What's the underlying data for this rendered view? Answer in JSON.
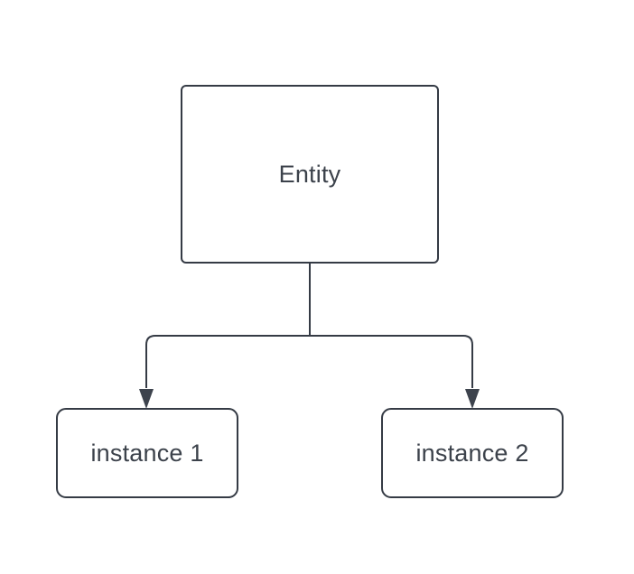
{
  "diagram": {
    "type": "tree-flowchart",
    "background_color": "#ffffff",
    "stroke_color": "#353b45",
    "text_color": "#3c424b",
    "nodes": {
      "root": {
        "id": "entity",
        "label": "Entity",
        "shape": "rounded-rectangle"
      },
      "children": [
        {
          "id": "instance-1",
          "label": "instance 1",
          "shape": "rounded-rectangle"
        },
        {
          "id": "instance-2",
          "label": "instance 2",
          "shape": "rounded-rectangle"
        }
      ]
    },
    "edges": [
      {
        "from": "entity",
        "to": "instance-1",
        "style": "orthogonal",
        "arrow": "filled-triangle"
      },
      {
        "from": "entity",
        "to": "instance-2",
        "style": "orthogonal",
        "arrow": "filled-triangle"
      }
    ]
  }
}
